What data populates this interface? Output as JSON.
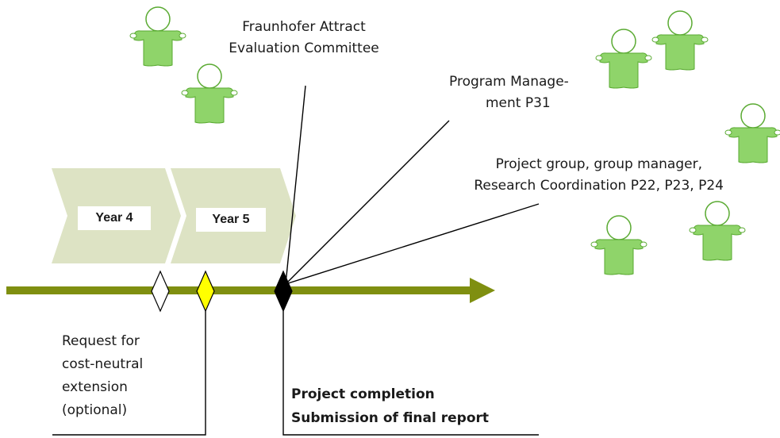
{
  "phases": [
    {
      "label": "Year 4"
    },
    {
      "label": "Year 5"
    }
  ],
  "stakeholders": {
    "evaluation_committee": {
      "line1": "Fraunhofer Attract",
      "line2": "Evaluation Committee"
    },
    "program_management": {
      "line1": "Program Manage-",
      "line2": "ment P31"
    },
    "project_group": {
      "line1": "Project group, group manager,",
      "line2": "Research Coordination P22, P23, P24"
    }
  },
  "milestones": {
    "request": {
      "line1": "Request for",
      "line2": "cost-neutral",
      "line3": "extension",
      "line4": "(optional)"
    },
    "completion": {
      "line1": "Project completion",
      "line2": "Submission of final report"
    }
  },
  "colors": {
    "timeline": "#7f8f10",
    "chevron": "#dde3c4",
    "person_fill": "#8fd46a",
    "person_stroke": "#5aaa32",
    "milestone_optional": "#ffff00",
    "milestone_final": "#000000",
    "milestone_open": "#ffffff"
  },
  "icons": [
    "person-icon"
  ]
}
